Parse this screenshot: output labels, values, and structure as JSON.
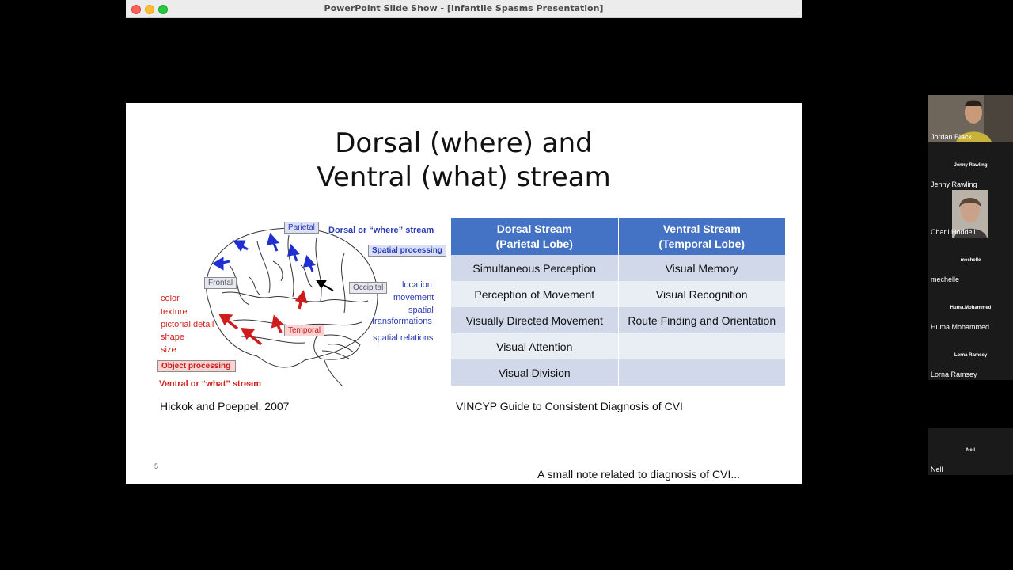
{
  "window": {
    "title": "PowerPoint Slide Show - [Infantile Spasms Presentation]"
  },
  "slide": {
    "title_line1": "Dorsal (where) and",
    "title_line2": "Ventral (what) stream",
    "figure": {
      "labels": {
        "parietal": "Parietal",
        "frontal": "Frontal",
        "occipital": "Occipital",
        "temporal": "Temporal",
        "dorsal_stream": "Dorsal or “where” stream",
        "spatial_processing": "Spatial processing",
        "object_processing": "Object processing",
        "ventral_stream": "Ventral or “what” stream"
      },
      "ventral_features": [
        "color",
        "texture",
        "pictorial detail",
        "shape",
        "size"
      ],
      "dorsal_features": [
        "location",
        "movement",
        "spatial",
        "transformations",
        "spatial relations"
      ]
    },
    "table": {
      "headers": [
        {
          "line1": "Dorsal Stream",
          "line2": "(Parietal Lobe)"
        },
        {
          "line1": "Ventral Stream",
          "line2": "(Temporal Lobe)"
        }
      ],
      "rows": [
        [
          "Simultaneous Perception",
          "Visual Memory"
        ],
        [
          "Perception of Movement",
          "Visual Recognition"
        ],
        [
          "Visually Directed Movement",
          "Route Finding and Orientation"
        ],
        [
          "Visual Attention",
          ""
        ],
        [
          "Visual Division",
          ""
        ]
      ]
    },
    "citation_left": "Hickok and Poeppel, 2007",
    "citation_right": "VINCYP Guide to Consistent Diagnosis of CVI",
    "page_number": "5",
    "note": "A small note related to diagnosis of CVI..."
  },
  "participants": [
    {
      "name": "Jordan Black",
      "video": true
    },
    {
      "name": "Jenny Rawling",
      "caption": "Jenny Rawling",
      "video": false
    },
    {
      "name": "Charli Hoddell",
      "video": true
    },
    {
      "name": "mechelle",
      "caption": "mechelle",
      "video": false
    },
    {
      "name": "Huma.Mohammed",
      "caption": "Huma.Mohammed",
      "video": false
    },
    {
      "name": "Lorna Ramsey",
      "caption": "Lorna Ramsey",
      "video": false
    },
    {
      "name": "Nell",
      "caption": "Nell",
      "video": false
    }
  ],
  "colors": {
    "table_header": "#4472c4",
    "row_dark": "#d0d8ea",
    "row_light": "#e9edf4",
    "dorsal_blue": "#2a3bb4",
    "ventral_red": "#d21f1f"
  }
}
